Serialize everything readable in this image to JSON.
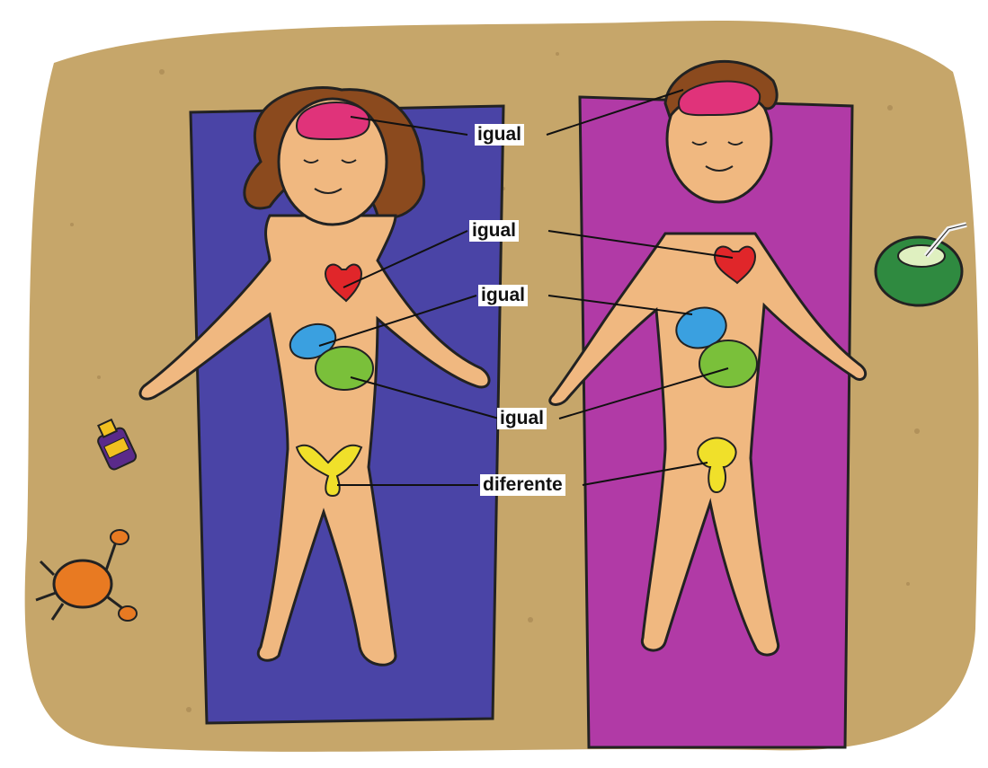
{
  "labels": {
    "brain": "igual",
    "heart": "igual",
    "stomach": "igual",
    "liver": "igual",
    "reproductive": "diferente"
  },
  "icons": {
    "sunscreen": "sunscreen-bottle-icon",
    "crab": "crab-icon",
    "coconut": "coconut-drink-icon"
  },
  "colors": {
    "sand": "#c6a66a",
    "towel_left": "#4a44a6",
    "towel_right": "#b13aa6",
    "skin": "#f0b880",
    "hair": "#8b4a1e",
    "brain": "#e0337a",
    "heart": "#e0262a",
    "stomach": "#3aa0e0",
    "liver": "#7ac03a",
    "reproductive": "#f0e02a"
  }
}
